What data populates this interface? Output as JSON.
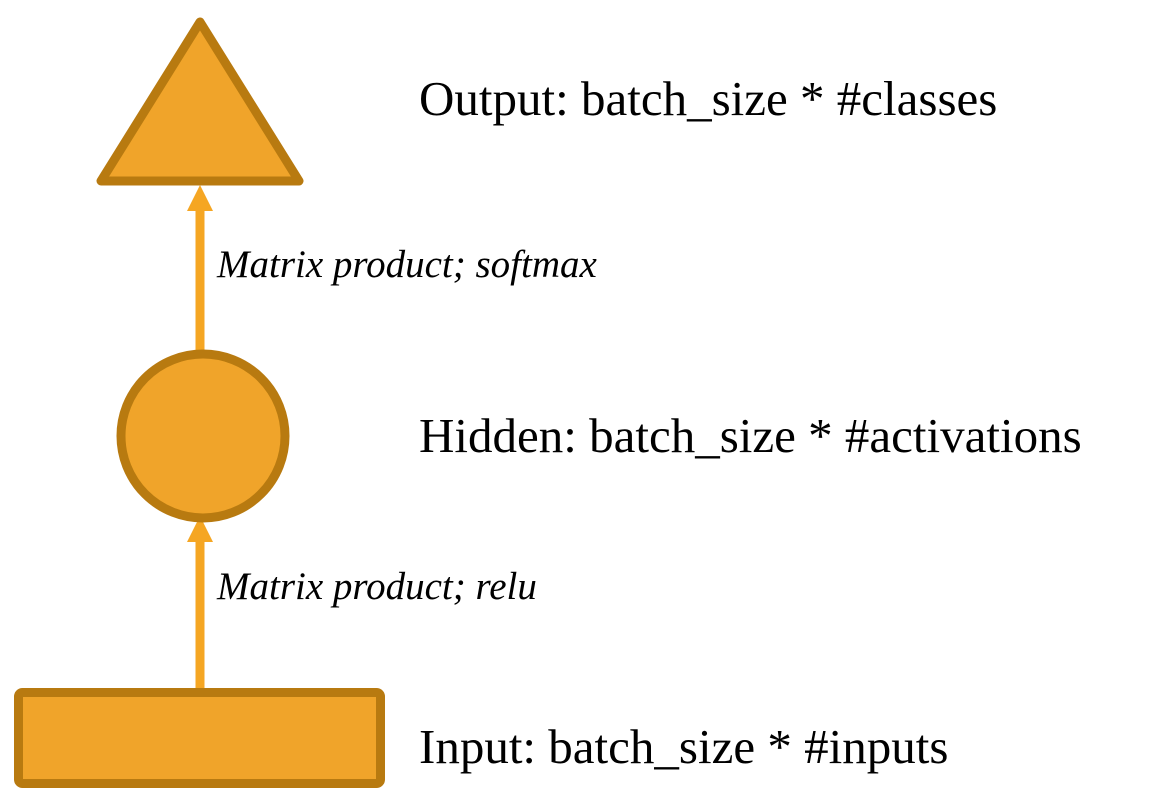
{
  "diagram": {
    "title": "Neural network layer diagram",
    "colors": {
      "shape_fill": "#F0A42A",
      "shape_stroke": "#B87A10",
      "arrow": "#F5A623",
      "text": "#000000",
      "background": "#FFFFFF"
    },
    "nodes": [
      {
        "id": "output",
        "shape": "triangle",
        "label": "Output: batch_size * #classes",
        "label_style": "roman"
      },
      {
        "id": "hidden",
        "shape": "circle",
        "label": "Hidden: batch_size * #activations",
        "label_style": "roman"
      },
      {
        "id": "input",
        "shape": "rectangle",
        "label": "Input: batch_size * #inputs",
        "label_style": "roman"
      }
    ],
    "edges": [
      {
        "id": "hidden-to-output",
        "from": "hidden",
        "to": "output",
        "label": "Matrix product; softmax",
        "label_style": "italic",
        "direction": "up"
      },
      {
        "id": "input-to-hidden",
        "from": "input",
        "to": "hidden",
        "label": "Matrix product; relu",
        "label_style": "italic",
        "direction": "up"
      }
    ]
  }
}
